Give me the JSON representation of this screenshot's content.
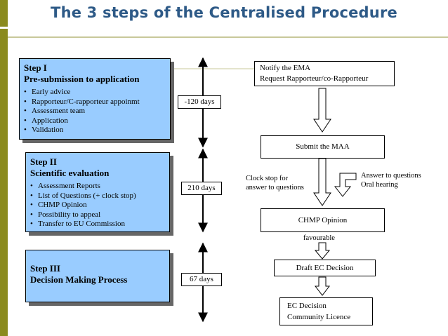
{
  "title": "The 3 steps of the Centralised Procedure",
  "steps": [
    {
      "heading_line1": "Step I",
      "heading_line2": "Pre-submission to application",
      "items": [
        "Early advice",
        "Rapporteur/C-rapporteur appoinmt",
        "Assessment team",
        "Application",
        "Validation"
      ]
    },
    {
      "heading_line1": "Step II",
      "heading_line2": "Scientific evaluation",
      "items": [
        "Assessment Reports",
        "List of Questions (+ clock stop)",
        "CHMP Opinion",
        "Possibility to appeal",
        "Transfer to EU Commission"
      ]
    },
    {
      "heading_line1": "Step III",
      "heading_line2": "Decision Making Process",
      "items": []
    }
  ],
  "durations": [
    "-120 days",
    "210 days",
    "67 days"
  ],
  "flow": {
    "notify_line1": "Notify the EMA",
    "notify_line2": "Request Rapporteur/co-Rapporteur",
    "submit": "Submit the MAA",
    "clock_stop_line1": "Clock stop for",
    "clock_stop_line2": "answer to questions",
    "answer_line1": "Answer to questions",
    "answer_line2": "Oral hearing",
    "chmp": "CHMP Opinion",
    "favourable": "favourable",
    "draft": "Draft EC Decision",
    "ec_line1": "EC Decision",
    "ec_line2": "Community Licence"
  },
  "colors": {
    "title": "#2e5a87",
    "step_fill": "#99ccff",
    "sidebar": "#8a8a1e",
    "rule": "#c8c89a"
  }
}
